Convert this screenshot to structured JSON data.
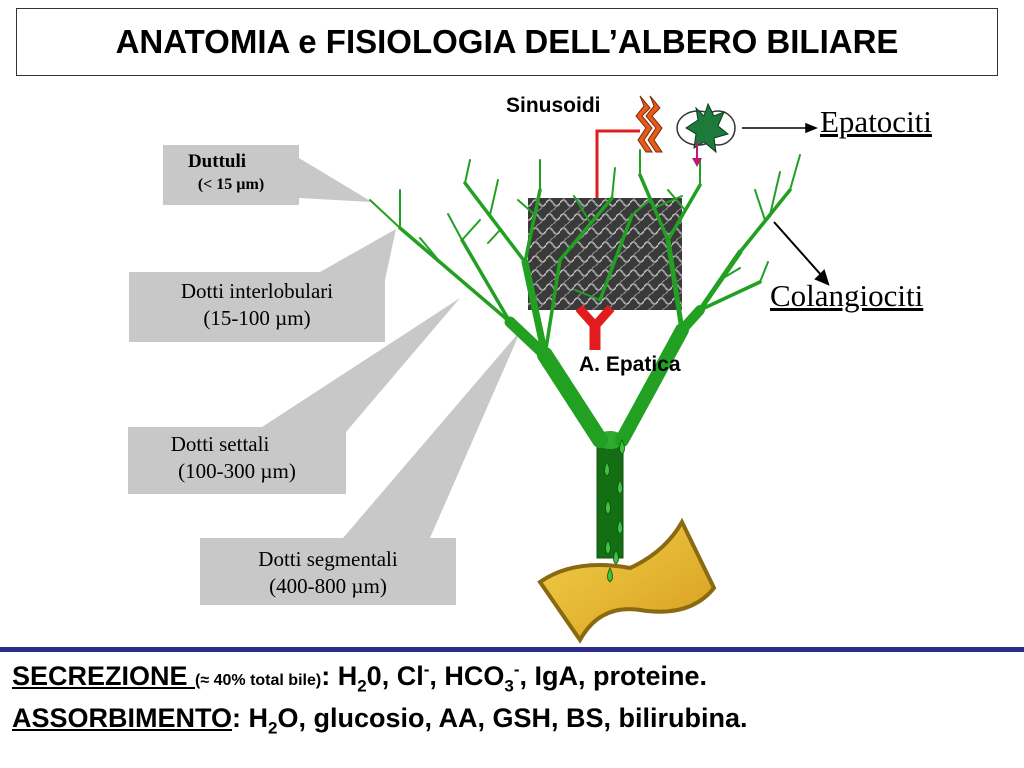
{
  "title": "ANATOMIA e FISIOLOGIA DELL’ALBERO BILIARE",
  "labels": {
    "duttuli": {
      "name": "Duttuli",
      "size": "(< 15 µm)"
    },
    "interlobulari": {
      "name": "Dotti interlobulari",
      "size": "(15-100 µm)"
    },
    "settali": {
      "name": "Dotti settali",
      "size": "(100-300 µm)"
    },
    "segmentali": {
      "name": "Dotti segmentali",
      "size": "(400-800 µm)"
    }
  },
  "sinusoidi": "Sinusoidi",
  "epatociti": "Epatociti",
  "colangiociti": "Colangiociti",
  "arteria": "A. Epatica",
  "bottom": {
    "secrezione_label": "SECREZIONE",
    "secrezione_note": "(≈ 40% total bile)",
    "secrezione_colon": ":",
    "secrezione_text": {
      "p1": "H",
      "sub1": "2",
      "p2": "0, Cl",
      "sup1": "-",
      "p3": ", HCO",
      "sub2": "3",
      "sup2": "-",
      "p4": ", IgA, proteine."
    },
    "assorbimento_label": "ASSORBIMENTO",
    "assorbimento_colon": ":",
    "assorbimento_text": {
      "p1": "H",
      "sub1": "2",
      "p2": "O, glucosio, AA, GSH, BS, bilirubina."
    }
  },
  "colors": {
    "duct_green": "#22a022",
    "duct_dark": "#146e14",
    "callout_gray": "#c8c8c8",
    "artery_red": "#e21c1c",
    "intestine_gold": "#e8b830",
    "intestine_edge": "#8a6a10",
    "divider": "#2b2b8c"
  }
}
